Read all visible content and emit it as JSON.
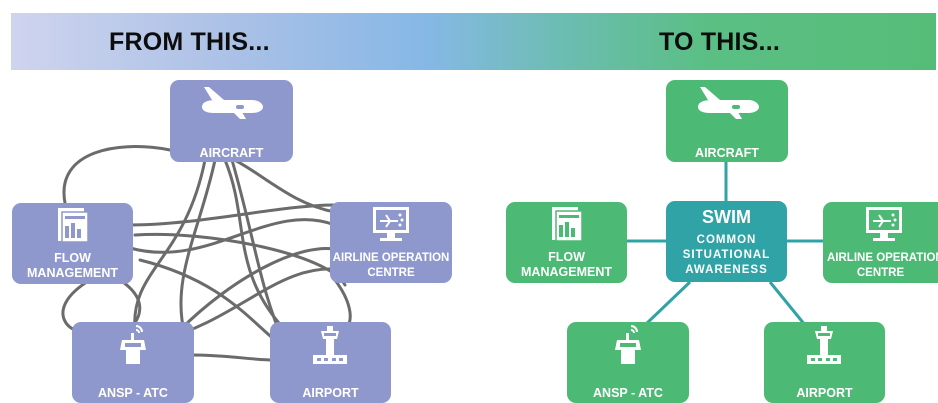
{
  "left_title": "FROM THIS...",
  "right_title": "TO THIS...",
  "left_nodes": {
    "aircraft": "AIRCRAFT",
    "flow_line1": "FLOW",
    "flow_line2": "MANAGEMENT",
    "aoc_line1": "AIRLINE OPERATION",
    "aoc_line2": "CENTRE",
    "ansp": "ANSP - ATC",
    "airport": "AIRPORT"
  },
  "right_nodes": {
    "aircraft": "AIRCRAFT",
    "flow_line1": "FLOW",
    "flow_line2": "MANAGEMENT",
    "aoc_line1": "AIRLINE OPERATION",
    "aoc_line2": "CENTRE",
    "ansp": "ANSP - ATC",
    "airport": "AIRPORT"
  },
  "swim": {
    "title": "SWIM",
    "line1": "COMMON",
    "line2": "SITUATIONAL",
    "line3": "AWARENESS"
  },
  "colors": {
    "left_node": "#8e98cc",
    "right_node": "#4cba74",
    "swim_node": "#2fa3a5",
    "tangle_line": "#6b6b6b",
    "hub_line": "#2fa3a5"
  }
}
